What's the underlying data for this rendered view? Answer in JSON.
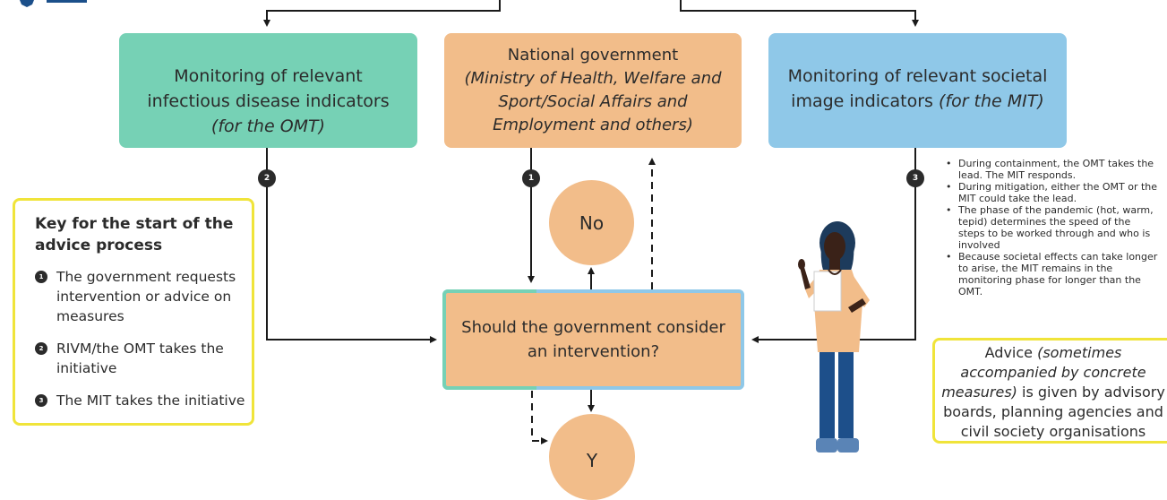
{
  "boxes": {
    "infectious": {
      "text": "Monitoring of relevant infectious disease indicators",
      "italic": "(for the OMT)"
    },
    "government": {
      "title": "National government",
      "italic_lines": [
        "(Ministry of Health, Welfare and",
        "Sport/Social Affairs and",
        "Employment and others)"
      ]
    },
    "societal": {
      "text": "Monitoring of relevant societal image indicators",
      "italic": "(for the MIT)"
    }
  },
  "decision": {
    "question": "Should the government consider an intervention?",
    "no_label": "No",
    "yes_label": "Y"
  },
  "badges": {
    "one": "1",
    "two": "2",
    "three": "3"
  },
  "key": {
    "title": "Key for the start of the advice process",
    "items": [
      {
        "num": "1",
        "text": "The government requests intervention or advice on measures"
      },
      {
        "num": "2",
        "text": "RIVM/the OMT takes the initiative"
      },
      {
        "num": "3",
        "text": "The MIT takes the initiative"
      }
    ]
  },
  "notes": [
    "During containment, the OMT takes the lead. The MIT responds.",
    "During mitigation, either the OMT or the MIT could take the lead.",
    "The phase of the pandemic (hot, warm, tepid) determines the speed of the steps to be worked through and who is involved",
    "Because societal effects can take longer to arise, the MIT remains in the monitoring phase for longer than the OMT."
  ],
  "advice": {
    "prefix": "Advice",
    "italic": "(sometimes accompanied by concrete measures)",
    "suffix": "is given by advisory boards, planning agencies and civil society organisations"
  },
  "colors": {
    "green": "#76d1b5",
    "orange": "#f2bd8a",
    "blue": "#8fc8e8",
    "yellow": "#f0e43a",
    "dark": "#2b2b2b"
  }
}
